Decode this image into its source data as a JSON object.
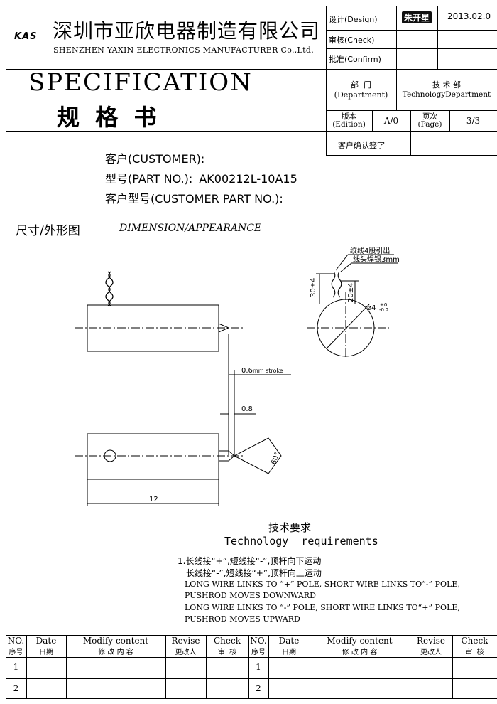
{
  "header": {
    "logo_text": "KAS",
    "company_cn": "深圳市亚欣电器制造有限公司",
    "company_en": "SHENZHEN YAXIN ELECTRONICS MANUFACTURER Co.,Ltd.",
    "design_label": "设计(Design)",
    "designer": "朱开星",
    "date": "2013.02.0",
    "check_label": "审核(Check)",
    "confirm_label": "批准(Confirm)",
    "title_en": "SPECIFICATION",
    "title_cn": "规  格  书",
    "dept_label_cn": "部  门",
    "dept_label_en": "(Department)",
    "dept_value_cn": "技 术 部",
    "dept_value_en": "TechnologyDepartment",
    "edition_label_cn": "版本",
    "edition_label_en": "(Edition)",
    "edition_value": "A/0",
    "page_label_cn": "页次",
    "page_label_en": "(Page)",
    "page_value": "3/3",
    "customer_sign_label": "客户确认签字"
  },
  "info": {
    "customer": "客户(CUSTOMER):",
    "part_no_label": "型号(PART NO.):",
    "part_no": "AK00212L-10A15",
    "customer_part_no": "客户型号(CUSTOMER PART NO.):"
  },
  "section": {
    "title_cn": "尺寸/外形图",
    "title_en": "DIMENSION/APPEARANCE"
  },
  "drawing": {
    "note_twist": "绞线4股引出",
    "note_solder": "线头焊锡3mm",
    "dim_30": "30±4",
    "dim_20": "20±4",
    "dim_dia": "ø4",
    "dia_tol_up": "+0",
    "dia_tol_low": "-0.2",
    "dim_stroke_val": "0.6",
    "dim_stroke_unit": "mm stroke",
    "dim_08": "0.8",
    "dim_angle": "60°",
    "dim_length": "12"
  },
  "tech": {
    "title_cn": "技术要求",
    "title_en": "Technology  requirements",
    "line1": "1.长线接“+”,短线接“-”,顶杆向下运动",
    "line2": "长线接“-”,短线接“+”,顶杆向上运动",
    "line3": "LONG WIRE LINKS TO “+” POLE, SHORT WIRE LINKS TO“-” POLE,",
    "line4": "PUSHROD MOVES DOWNWARD",
    "line5": "LONG WIRE LINKS TO “-” POLE, SHORT WIRE LINKS TO“+” POLE,",
    "line6": "PUSHROD MOVES UPWARD"
  },
  "revision_table": {
    "headers_en": [
      "NO.",
      "Date",
      "Modify content",
      "Revise",
      "Check",
      "NO.",
      "Date",
      "Modify content",
      "Revise",
      "Check"
    ],
    "headers_cn": [
      "序号",
      "日期",
      "修 改 内 容",
      "更改人",
      "审  核",
      "序号",
      "日期",
      "修 改 内 容",
      "更改人",
      "审  核"
    ],
    "rows": [
      [
        "1",
        "1"
      ],
      [
        "2",
        "2"
      ]
    ]
  }
}
